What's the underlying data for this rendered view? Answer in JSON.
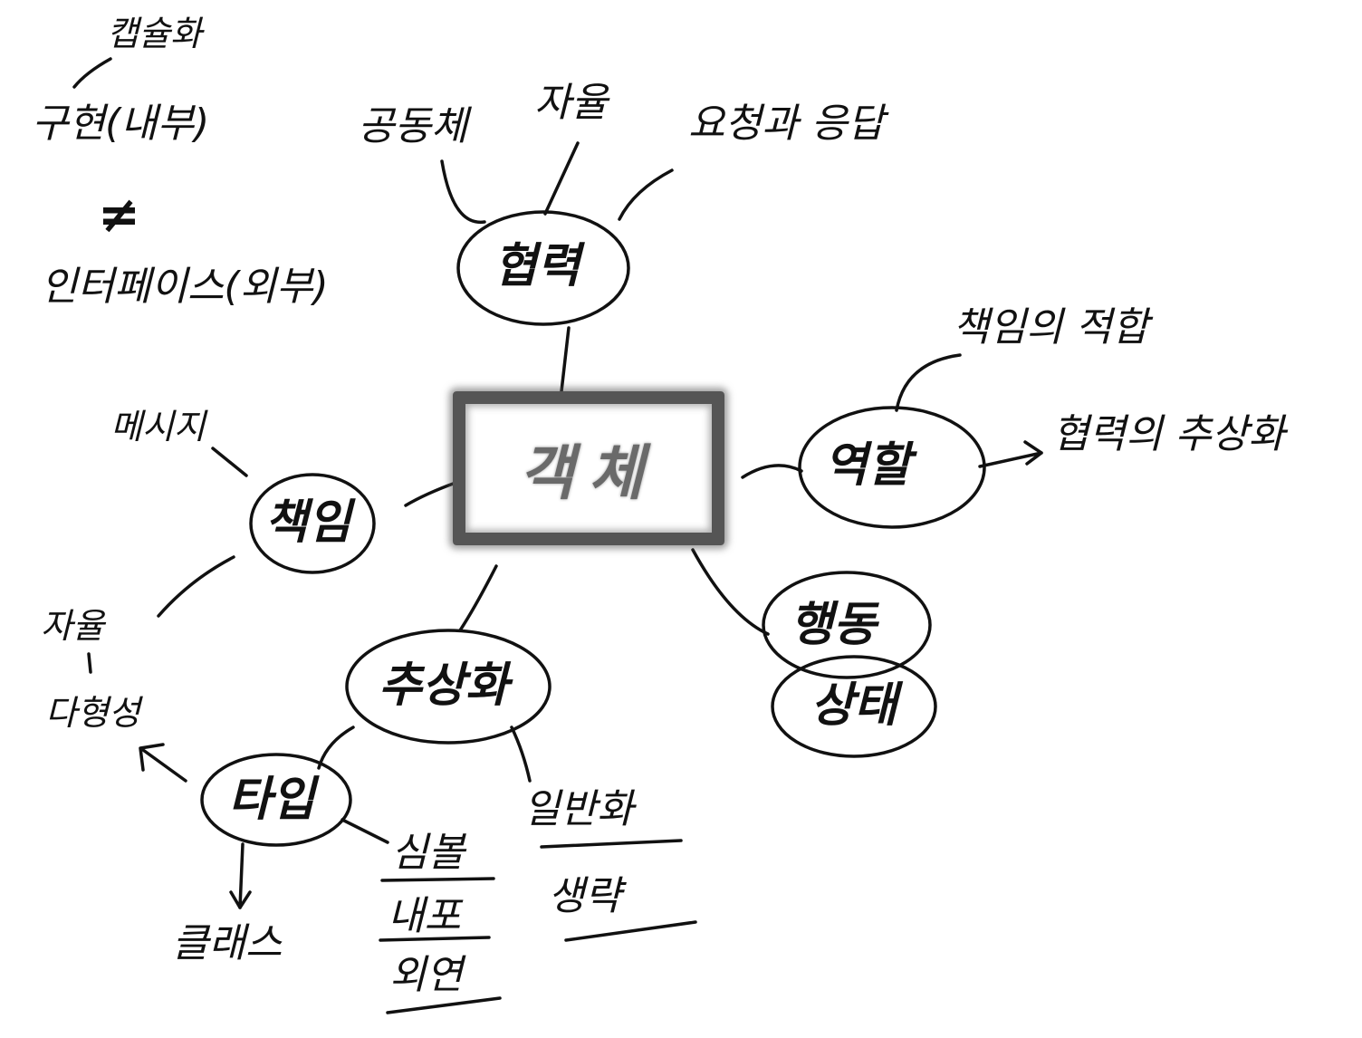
{
  "center": "객체",
  "nodes": {
    "collaboration": "협력",
    "role": "역할",
    "behavior": "행동",
    "state": "상태",
    "abstraction": "추상화",
    "type": "타입",
    "responsibility": "책임"
  },
  "labels": {
    "community": "공동체",
    "autonomy_top": "자율",
    "request_response": "요청과 응답",
    "fitness": "책임의 적합",
    "collab_abstraction": "협력의 추상화",
    "encapsulation": "캡슐화",
    "implementation": "구현(내부)",
    "not_equal": "≠",
    "interface": "인터페이스(외부)",
    "message": "메시지",
    "autonomy_left": "자율",
    "polymorphism": "다형성",
    "class": "클래스",
    "symbol": "심볼",
    "intension": "내포",
    "extension": "외연",
    "generalization": "일반화",
    "omission": "생략"
  }
}
